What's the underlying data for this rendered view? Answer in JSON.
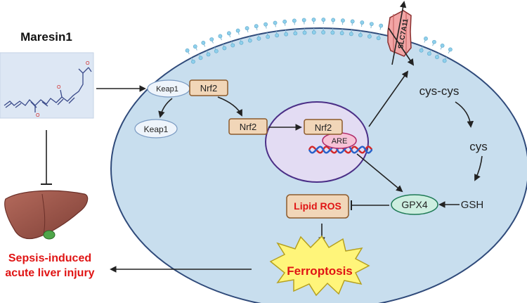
{
  "compound": {
    "title": "Maresin1"
  },
  "proteins": {
    "keap1": "Keap1",
    "nrf2": "Nrf2",
    "are": "ARE",
    "slc7a11": "SLC7A11",
    "gpx4": "GPX4"
  },
  "metabolites": {
    "cystine": "cys-cys",
    "cysteine": "cys",
    "gsh": "GSH"
  },
  "processes": {
    "lipid_ros": "Lipid ROS",
    "ferroptosis": "Ferroptosis"
  },
  "outcome": {
    "line1": "Sepsis-induced",
    "line2": "acute liver injury"
  },
  "colors": {
    "cell_fill": "#c8deee",
    "cell_stroke": "#2f4a7a",
    "nucleus_fill": "#e3dcf3",
    "nucleus_stroke": "#4b2f87",
    "membrane": "#8ed0ec",
    "protein_box_fill": "#f1d6b8",
    "protein_box_stroke": "#8c5a2b",
    "red_text": "#e01414",
    "star_fill": "#fff57a",
    "gpx4_fill": "#cdeee0",
    "gpx4_stroke": "#1e7a55",
    "are_fill": "#f6c2d6",
    "are_stroke": "#b02a6a",
    "transporter_fill": "#f2a5a5",
    "liver_fill": "#9c5a4e"
  }
}
